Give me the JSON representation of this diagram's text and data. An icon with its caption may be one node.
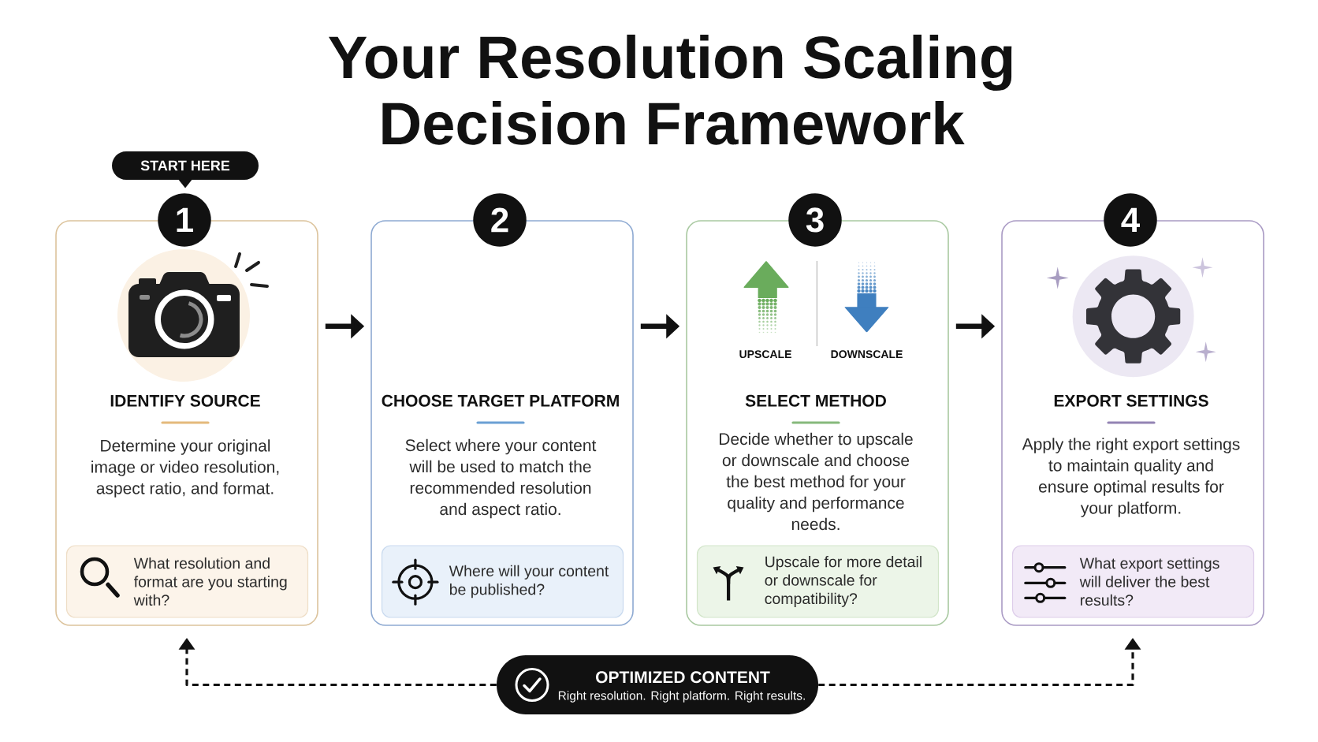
{
  "diagram": {
    "title": "Your Resolution Scaling Decision Framework",
    "nodes": [
      {
        "text": [
          "START HERE"
        ]
      },
      {
        "text": [
          "1"
        ]
      },
      {
        "text": [
          "IDENTIFY SOURCE",
          "Determine your original image or video resolution, aspect ratio, and format."
        ]
      },
      {
        "text": [
          "What resolution and format are you starting with?"
        ],
        "in": 2
      },
      {
        "text": [
          "2"
        ]
      },
      {
        "text": [
          "CHOOSE TARGET PLATFORM",
          "Select where your content will be used to match the recommended resolution and aspect ratio."
        ]
      },
      {
        "text": [
          "Where will your content be published?"
        ],
        "in": 5
      },
      {
        "text": [
          "3"
        ]
      },
      {
        "text": [
          "UPSCALE",
          "DOWNSCALE",
          "SELECT METHOD",
          "Decide whether to upscale or downscale and choose the best method for your quality and performance needs."
        ]
      },
      {
        "text": [
          "Upscale for more detail or downscale for compatibility?"
        ],
        "in": 8
      },
      {
        "text": [
          "4"
        ]
      },
      {
        "text": [
          "EXPORT SETTINGS",
          "Apply the right export settings to maintain quality and ensure optimal results for your platform."
        ]
      },
      {
        "text": [
          "What export settings will deliver the best results?"
        ],
        "in": 11
      },
      {
        "text": [
          "OPTIMIZED CONTENT",
          "Right resolution. Right platform. Right results."
        ]
      }
    ],
    "edges": [
      {
        "from": 2,
        "to": 5,
        "arrow": "to"
      },
      {
        "from": 5,
        "to": 8,
        "arrow": "to"
      },
      {
        "from": 8,
        "to": 11,
        "arrow": "to"
      },
      {
        "from": 13,
        "to": 2,
        "arrow": "to",
        "style": "dashed"
      },
      {
        "from": 13,
        "to": 11,
        "arrow": "to",
        "style": "dashed"
      }
    ]
  }
}
